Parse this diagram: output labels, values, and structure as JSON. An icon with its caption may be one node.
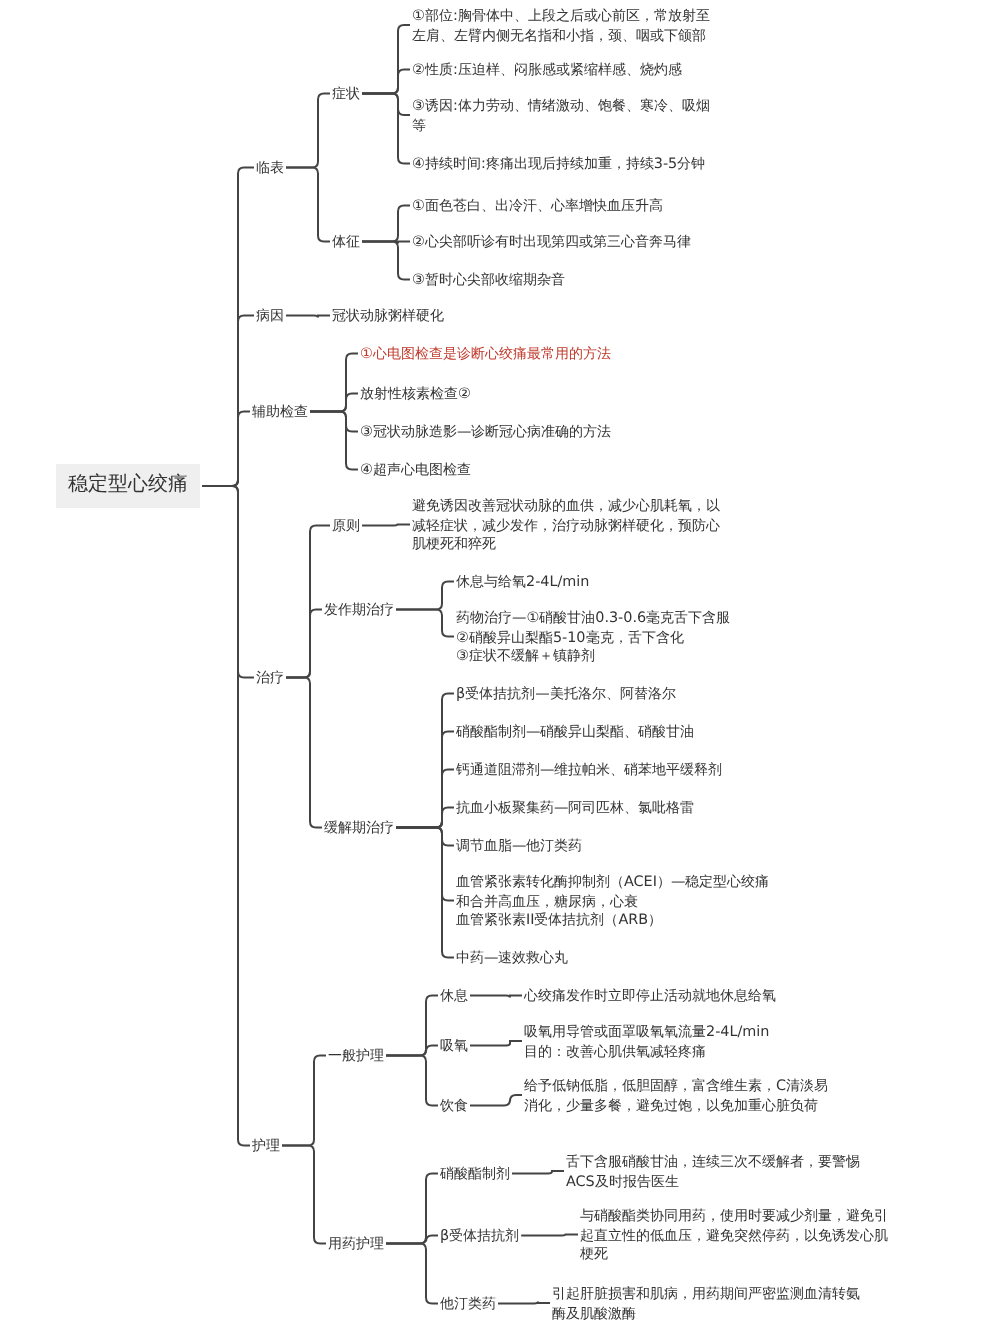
{
  "diagram": {
    "nodes": [
      {
        "text": [
          "稳定型心绞痛"
        ]
      },
      {
        "text": [
          "临表"
        ]
      },
      {
        "text": [
          "症状"
        ]
      },
      {
        "text": [
          "①部位:胸骨体中、上段之后或心前区，常放射至左肩、左臂内侧无名指和小指，颈、咽或下颌部"
        ]
      },
      {
        "text": [
          "②性质:压迫样、闷胀感或紧缩样感、烧灼感"
        ]
      },
      {
        "text": [
          "③诱因:体力劳动、情绪激动、饱餐、寒冷、吸烟等"
        ]
      },
      {
        "text": [
          "④持续时间:疼痛出现后持续加重，持续3-5分钟"
        ]
      },
      {
        "text": [
          "体征"
        ]
      },
      {
        "text": [
          "①面色苍白、出冷汗、心率增快血压升高"
        ]
      },
      {
        "text": [
          "②心尖部听诊有时出现第四或第三心音奔马律"
        ]
      },
      {
        "text": [
          "③暂时心尖部收缩期杂音"
        ]
      },
      {
        "text": [
          "病因"
        ]
      },
      {
        "text": [
          "冠状动脉粥样硬化"
        ]
      },
      {
        "text": [
          "辅助检查"
        ]
      },
      {
        "text": [
          "①心电图检查是诊断心绞痛最常用的方法"
        ]
      },
      {
        "text": [
          "放射性核素检查②"
        ]
      },
      {
        "text": [
          "③冠状动脉造影—诊断冠心病准确的方法"
        ]
      },
      {
        "text": [
          "④超声心电图检查"
        ]
      },
      {
        "text": [
          "治疗"
        ]
      },
      {
        "text": [
          "原则"
        ]
      },
      {
        "text": [
          "避免诱因改善冠状动脉的血供，减少心肌耗氧，以减轻症状，减少发作，治疗动脉粥样硬化，预防心肌梗死和猝死"
        ]
      },
      {
        "text": [
          "发作期治疗"
        ]
      },
      {
        "text": [
          "休息与给氧2-4L/min"
        ]
      },
      {
        "text": [
          "药物治疗—①硝酸甘油0.3-0.6毫克舌下含服",
          "②硝酸异山梨酯5-10毫克，舌下含化",
          "③症状不缓解＋镇静剂"
        ]
      },
      {
        "text": [
          "缓解期治疗"
        ]
      },
      {
        "text": [
          "β受体拮抗剂—美托洛尔、阿替洛尔"
        ]
      },
      {
        "text": [
          "硝酸酯制剂—硝酸异山梨酯、硝酸甘油"
        ]
      },
      {
        "text": [
          "钙通道阻滞剂—维拉帕米、硝苯地平缓释剂"
        ]
      },
      {
        "text": [
          "抗血小板聚集药—阿司匹林、氯吡格雷"
        ]
      },
      {
        "text": [
          "调节血脂—他汀类药"
        ]
      },
      {
        "text": [
          "血管紧张素转化酶抑制剂（ACEI）—稳定型心绞痛和合并高血压，糖尿病，心衰",
          "血管紧张素II受体拮抗剂（ARB）"
        ]
      },
      {
        "text": [
          "中药—速效救心丸"
        ]
      },
      {
        "text": [
          "护理"
        ]
      },
      {
        "text": [
          "一般护理"
        ]
      },
      {
        "text": [
          "休息"
        ]
      },
      {
        "text": [
          "心绞痛发作时立即停止活动就地休息给氧"
        ]
      },
      {
        "text": [
          "吸氧"
        ]
      },
      {
        "text": [
          "吸氧用导管或面罩吸氧氧流量2-4L/min",
          "目的：改善心肌供氧减轻疼痛"
        ]
      },
      {
        "text": [
          "饮食"
        ]
      },
      {
        "text": [
          "给予低钠低脂，低胆固醇，富含维生素，C清淡易消化，少量多餐，避免过饱，以免加重心脏负荷"
        ]
      },
      {
        "text": [
          "用药护理"
        ]
      },
      {
        "text": [
          "硝酸酯制剂"
        ]
      },
      {
        "text": [
          "舌下含服硝酸甘油，连续三次不缓解者，要警惕ACS及时报告医生"
        ]
      },
      {
        "text": [
          "β受体拮抗剂"
        ]
      },
      {
        "text": [
          "与硝酸酯类协同用药，使用时要减少剂量，避免引起直立性的低血压，避免突然停药，以免诱发心肌梗死"
        ]
      },
      {
        "text": [
          "他汀类药"
        ]
      },
      {
        "text": [
          "引起肝脏损害和肌病，用药期间严密监测血清转氨酶及肌酸激酶"
        ]
      }
    ],
    "edges": [
      {
        "from": 0,
        "to": 1,
        "arrow": "none"
      },
      {
        "from": 1,
        "to": 2,
        "arrow": "none"
      },
      {
        "from": 2,
        "to": 3,
        "arrow": "none"
      },
      {
        "from": 2,
        "to": 4,
        "arrow": "none"
      },
      {
        "from": 2,
        "to": 5,
        "arrow": "none"
      },
      {
        "from": 2,
        "to": 6,
        "arrow": "none"
      },
      {
        "from": 1,
        "to": 7,
        "arrow": "none"
      },
      {
        "from": 7,
        "to": 8,
        "arrow": "none"
      },
      {
        "from": 7,
        "to": 9,
        "arrow": "none"
      },
      {
        "from": 7,
        "to": 10,
        "arrow": "none"
      },
      {
        "from": 0,
        "to": 11,
        "arrow": "none"
      },
      {
        "from": 11,
        "to": 12,
        "arrow": "none"
      },
      {
        "from": 0,
        "to": 13,
        "arrow": "none"
      },
      {
        "from": 13,
        "to": 14,
        "arrow": "none"
      },
      {
        "from": 13,
        "to": 15,
        "arrow": "none"
      },
      {
        "from": 13,
        "to": 16,
        "arrow": "none"
      },
      {
        "from": 13,
        "to": 17,
        "arrow": "none"
      },
      {
        "from": 0,
        "to": 18,
        "arrow": "none"
      },
      {
        "from": 18,
        "to": 19,
        "arrow": "none"
      },
      {
        "from": 19,
        "to": 20,
        "arrow": "none"
      },
      {
        "from": 18,
        "to": 21,
        "arrow": "none"
      },
      {
        "from": 21,
        "to": 22,
        "arrow": "none"
      },
      {
        "from": 21,
        "to": 23,
        "arrow": "none"
      },
      {
        "from": 18,
        "to": 24,
        "arrow": "none"
      },
      {
        "from": 24,
        "to": 25,
        "arrow": "none"
      },
      {
        "from": 24,
        "to": 26,
        "arrow": "none"
      },
      {
        "from": 24,
        "to": 27,
        "arrow": "none"
      },
      {
        "from": 24,
        "to": 28,
        "arrow": "none"
      },
      {
        "from": 24,
        "to": 29,
        "arrow": "none"
      },
      {
        "from": 24,
        "to": 30,
        "arrow": "none"
      },
      {
        "from": 24,
        "to": 31,
        "arrow": "none"
      },
      {
        "from": 0,
        "to": 32,
        "arrow": "none"
      },
      {
        "from": 32,
        "to": 33,
        "arrow": "none"
      },
      {
        "from": 33,
        "to": 34,
        "arrow": "none"
      },
      {
        "from": 34,
        "to": 35,
        "arrow": "none"
      },
      {
        "from": 33,
        "to": 36,
        "arrow": "none"
      },
      {
        "from": 36,
        "to": 37,
        "arrow": "none"
      },
      {
        "from": 33,
        "to": 38,
        "arrow": "none"
      },
      {
        "from": 38,
        "to": 39,
        "arrow": "none"
      },
      {
        "from": 32,
        "to": 40,
        "arrow": "none"
      },
      {
        "from": 40,
        "to": 41,
        "arrow": "none"
      },
      {
        "from": 41,
        "to": 42,
        "arrow": "none"
      },
      {
        "from": 40,
        "to": 43,
        "arrow": "none"
      },
      {
        "from": 43,
        "to": 44,
        "arrow": "none"
      },
      {
        "from": 40,
        "to": 45,
        "arrow": "none"
      },
      {
        "from": 45,
        "to": 46,
        "arrow": "none"
      }
    ]
  }
}
